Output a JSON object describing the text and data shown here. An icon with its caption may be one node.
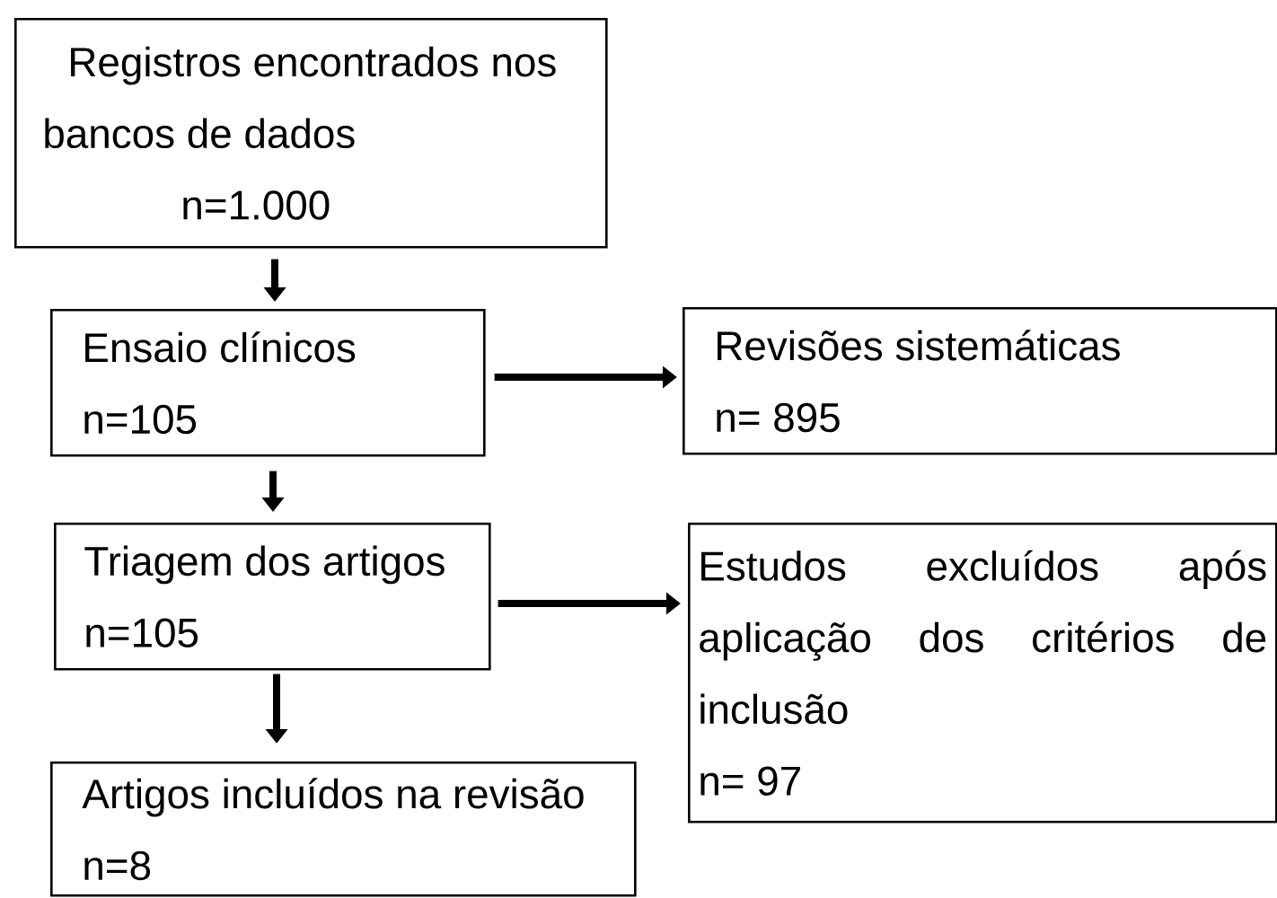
{
  "diagram": {
    "nodes": [
      {
        "text": [
          "Registros encontrados nos bancos de dados",
          "n=1.000"
        ]
      },
      {
        "text": [
          "Ensaio clínicos",
          "n=105"
        ]
      },
      {
        "text": [
          "Revisões sistemáticas",
          "n= 895"
        ]
      },
      {
        "text": [
          "Triagem dos artigos",
          "n=105"
        ]
      },
      {
        "text": [
          "Estudos excluídos após aplicação dos critérios de inclusão",
          "n= 97"
        ]
      },
      {
        "text": [
          "Artigos incluídos na revisão",
          "n=8"
        ]
      }
    ],
    "edges": [
      {
        "from": 0,
        "to": 1,
        "arrow": "to"
      },
      {
        "from": 1,
        "to": 2,
        "arrow": "to"
      },
      {
        "from": 1,
        "to": 3,
        "arrow": "to"
      },
      {
        "from": 3,
        "to": 4,
        "arrow": "to"
      },
      {
        "from": 3,
        "to": 5,
        "arrow": "to"
      }
    ]
  }
}
